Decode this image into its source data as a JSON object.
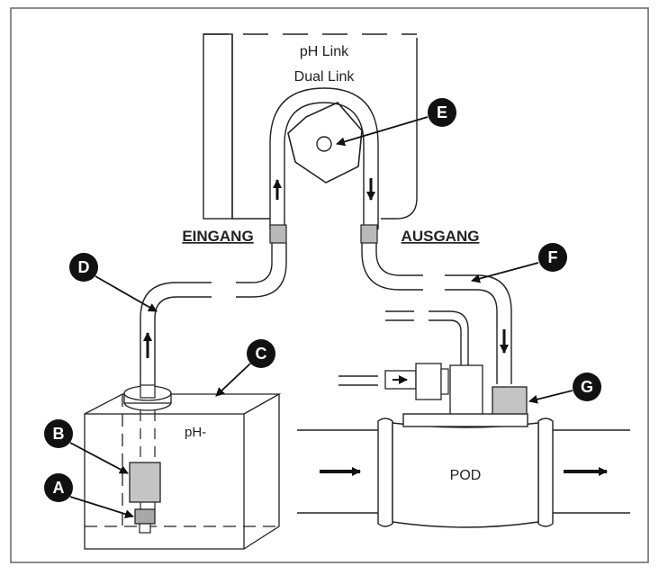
{
  "pump": {
    "line1": "pH Link",
    "line2": "Dual Link"
  },
  "ports": {
    "inlet": "EINGANG",
    "outlet": "AUSGANG"
  },
  "tank": {
    "label": "pH-"
  },
  "pod": {
    "label": "POD"
  },
  "callouts": {
    "A": "A",
    "B": "B",
    "C": "C",
    "D": "D",
    "E": "E",
    "F": "F",
    "G": "G"
  }
}
